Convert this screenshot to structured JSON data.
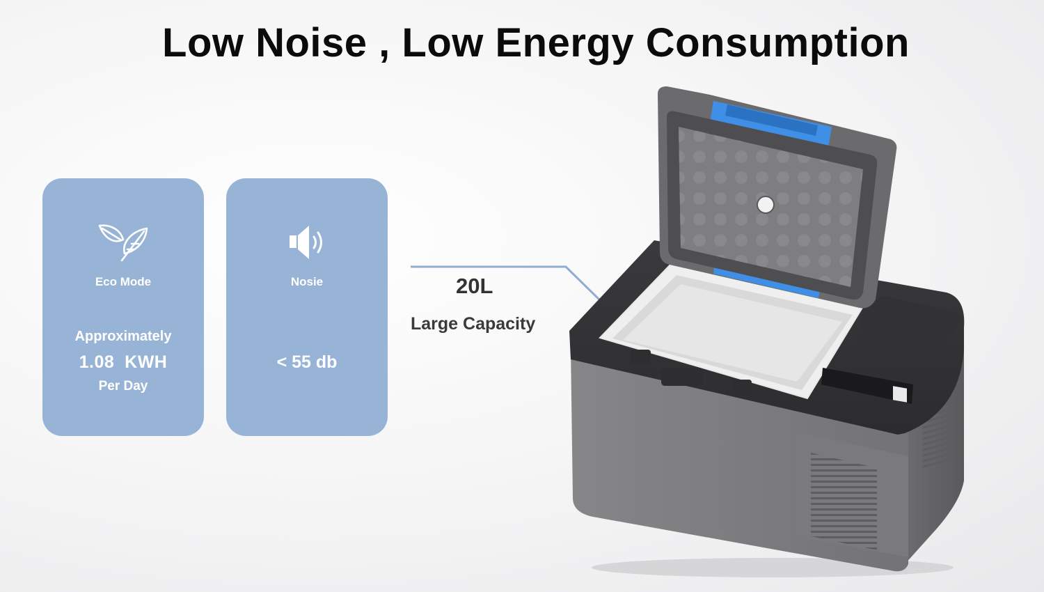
{
  "title": "Low Noise , Low Energy Consumption",
  "cards": {
    "eco": {
      "icon": "leaf-icon",
      "label": "Eco Mode",
      "line1": "Approximately",
      "line2": "1.08  KWH",
      "line3": "Per Day"
    },
    "noise": {
      "icon": "speaker-icon",
      "label": "Nosie",
      "value": "< 55 db"
    }
  },
  "capacity": {
    "value": "20L",
    "label": "Large Capacity"
  },
  "colors": {
    "card_bg": "#97b4d7",
    "card_text": "#ffffff",
    "title": "#0b0b0b",
    "fridge_body": "#7d7d7f",
    "fridge_lid_accent": "#3f8fe6"
  }
}
